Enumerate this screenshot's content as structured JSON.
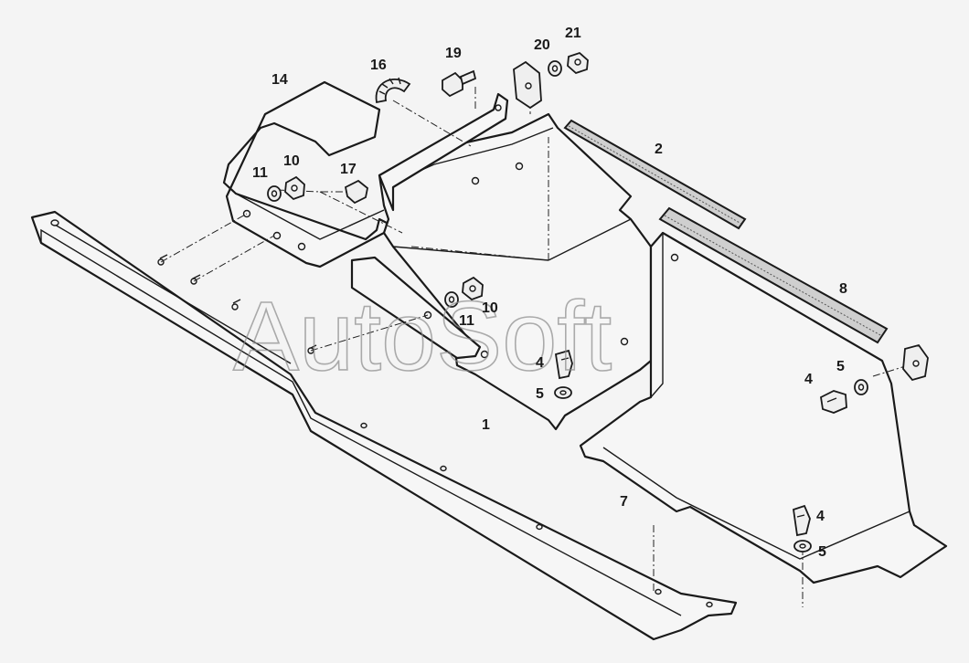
{
  "watermark": "AutoSoft",
  "callouts": {
    "c14": "14",
    "c16": "16",
    "c19": "19",
    "c20": "20",
    "c21": "21",
    "c2": "2",
    "c11a": "11",
    "c10a": "10",
    "c17": "17",
    "c8": "8",
    "c10b": "10",
    "c11b": "11",
    "c4a": "4",
    "c5a": "5",
    "c1": "1",
    "c4b": "4",
    "c5b": "5",
    "c7": "7",
    "c4c": "4",
    "c5c": "5"
  }
}
